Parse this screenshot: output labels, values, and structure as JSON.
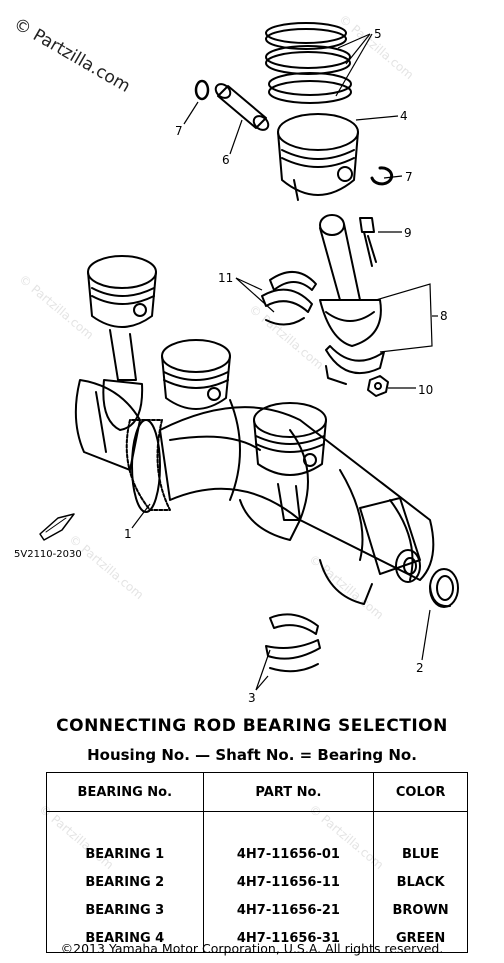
{
  "watermark": {
    "site": "© Partzilla.com",
    "small": "© Partzilla.com"
  },
  "diagram": {
    "callouts": {
      "c1": "1",
      "c2": "2",
      "c3": "3",
      "c4": "4",
      "c5": "5",
      "c6": "6",
      "c7a": "7",
      "c7b": "7",
      "c8": "8",
      "c9": "9",
      "c10": "10",
      "c11": "11"
    },
    "code": "5V2110-2030"
  },
  "table": {
    "title": "CONNECTING ROD BEARING SELECTION",
    "subtitle": "Housing No. — Shaft No. = Bearing No.",
    "headers": [
      "BEARING No.",
      "PART No.",
      "COLOR"
    ],
    "rows": [
      [
        "BEARING 1",
        "4H7-11656-01",
        "BLUE"
      ],
      [
        "BEARING 2",
        "4H7-11656-11",
        "BLACK"
      ],
      [
        "BEARING 3",
        "4H7-11656-21",
        "BROWN"
      ],
      [
        "BEARING 4",
        "4H7-11656-31",
        "GREEN"
      ]
    ]
  },
  "copyright": "©2013  Yamaha Motor Corporation, U.S.A. All rights reserved."
}
